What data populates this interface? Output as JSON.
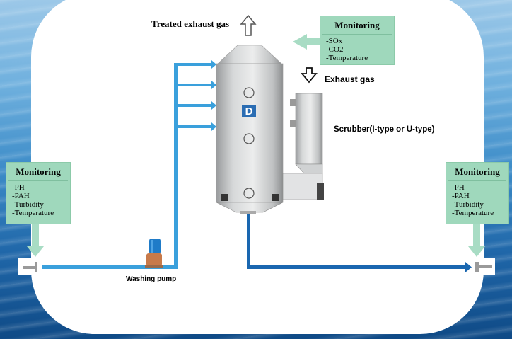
{
  "labels": {
    "treated_exhaust_gas": "Treated exhaust gas",
    "exhaust_gas": "Exhaust gas",
    "scrubber": "Scrubber(I-type or U-type)",
    "washing_pump": "Washing pump",
    "logo_letter": "D"
  },
  "monitoring_gas": {
    "title": "Monitoring",
    "items": [
      "-SOx",
      "-CO2",
      "-Temperature"
    ]
  },
  "monitoring_inlet": {
    "title": "Monitoring",
    "items": [
      "-PH",
      "-PAH",
      "-Turbidity",
      "-Temperature"
    ]
  },
  "monitoring_outlet": {
    "title": "Monitoring",
    "items": [
      "-PH",
      "-PAH",
      "-Turbidity",
      "-Temperature"
    ]
  },
  "colors": {
    "pipe_light": "#3aa0dc",
    "pipe_dark": "#1a67b0",
    "monitor_fill": "#9fd8bc",
    "arrow_green": "#a8dcc4"
  }
}
